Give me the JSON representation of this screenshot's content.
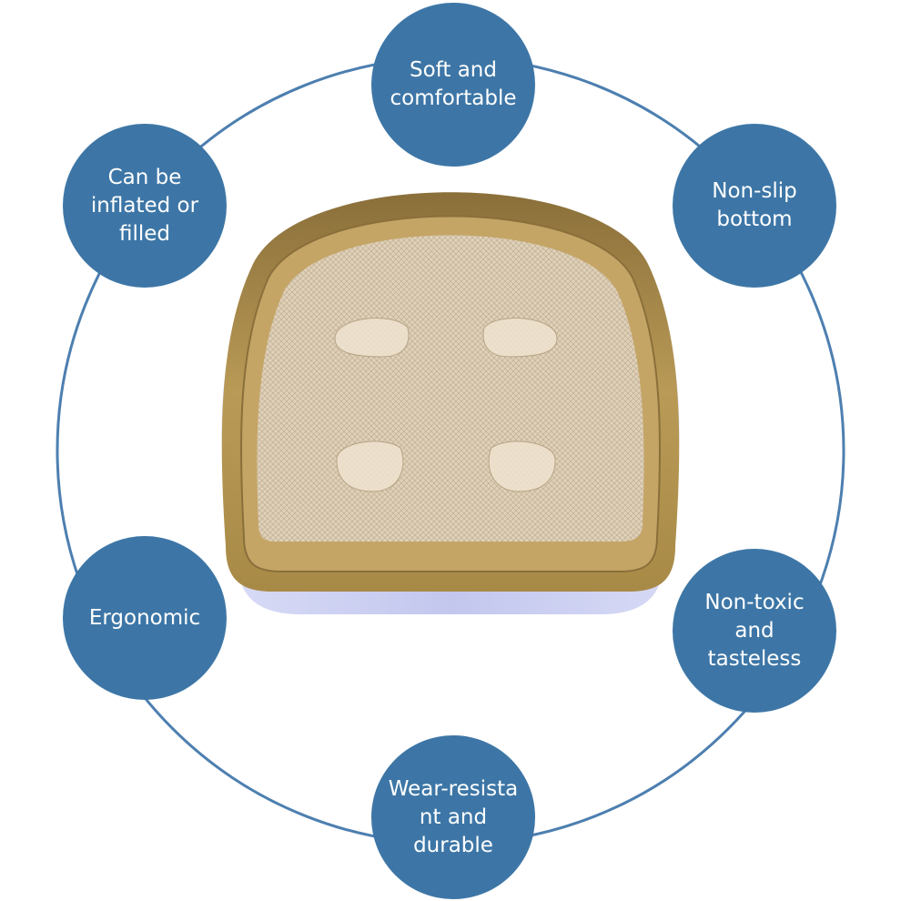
{
  "features": {
    "soft": "Soft and\ncomfortable",
    "nonslip": "Non-slip\nbottom",
    "inflate": "Can be\ninflated or\nfilled",
    "ergonomic": "Ergonomic",
    "nontoxic": "Non-toxic\nand tasteless",
    "wear": "Wear-resista\nnt and\ndurable"
  },
  "colors": {
    "bubble": "#3d76a6",
    "ring": "#4d7fb0",
    "frame": "#b08f4c",
    "mesh": "#dccbb0",
    "base": "#c9cdf0"
  }
}
